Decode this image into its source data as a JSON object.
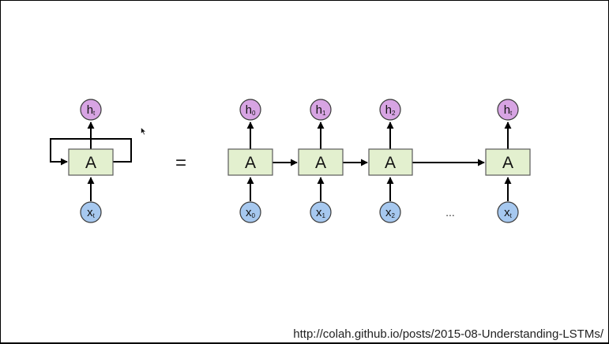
{
  "diagram": {
    "rolled": {
      "cell": "A",
      "output": {
        "main": "h",
        "sub": "t"
      },
      "input": {
        "main": "x",
        "sub": "t"
      }
    },
    "equals": "=",
    "unrolled": [
      {
        "cell": "A",
        "output": {
          "main": "h",
          "sub": "0"
        },
        "input": {
          "main": "x",
          "sub": "0"
        }
      },
      {
        "cell": "A",
        "output": {
          "main": "h",
          "sub": "1"
        },
        "input": {
          "main": "x",
          "sub": "1"
        }
      },
      {
        "cell": "A",
        "output": {
          "main": "h",
          "sub": "2"
        },
        "input": {
          "main": "x",
          "sub": "2"
        }
      },
      {
        "cell": "A",
        "output": {
          "main": "h",
          "sub": "t"
        },
        "input": {
          "main": "x",
          "sub": "t"
        }
      }
    ],
    "ellipsis": "...",
    "colors": {
      "cell_fill": "#e3f0cf",
      "output_node": "#d7a4e3",
      "input_node": "#a6c8ef"
    }
  },
  "source_url": "http://colah.github.io/posts/2015-08-Understanding-LSTMs/"
}
